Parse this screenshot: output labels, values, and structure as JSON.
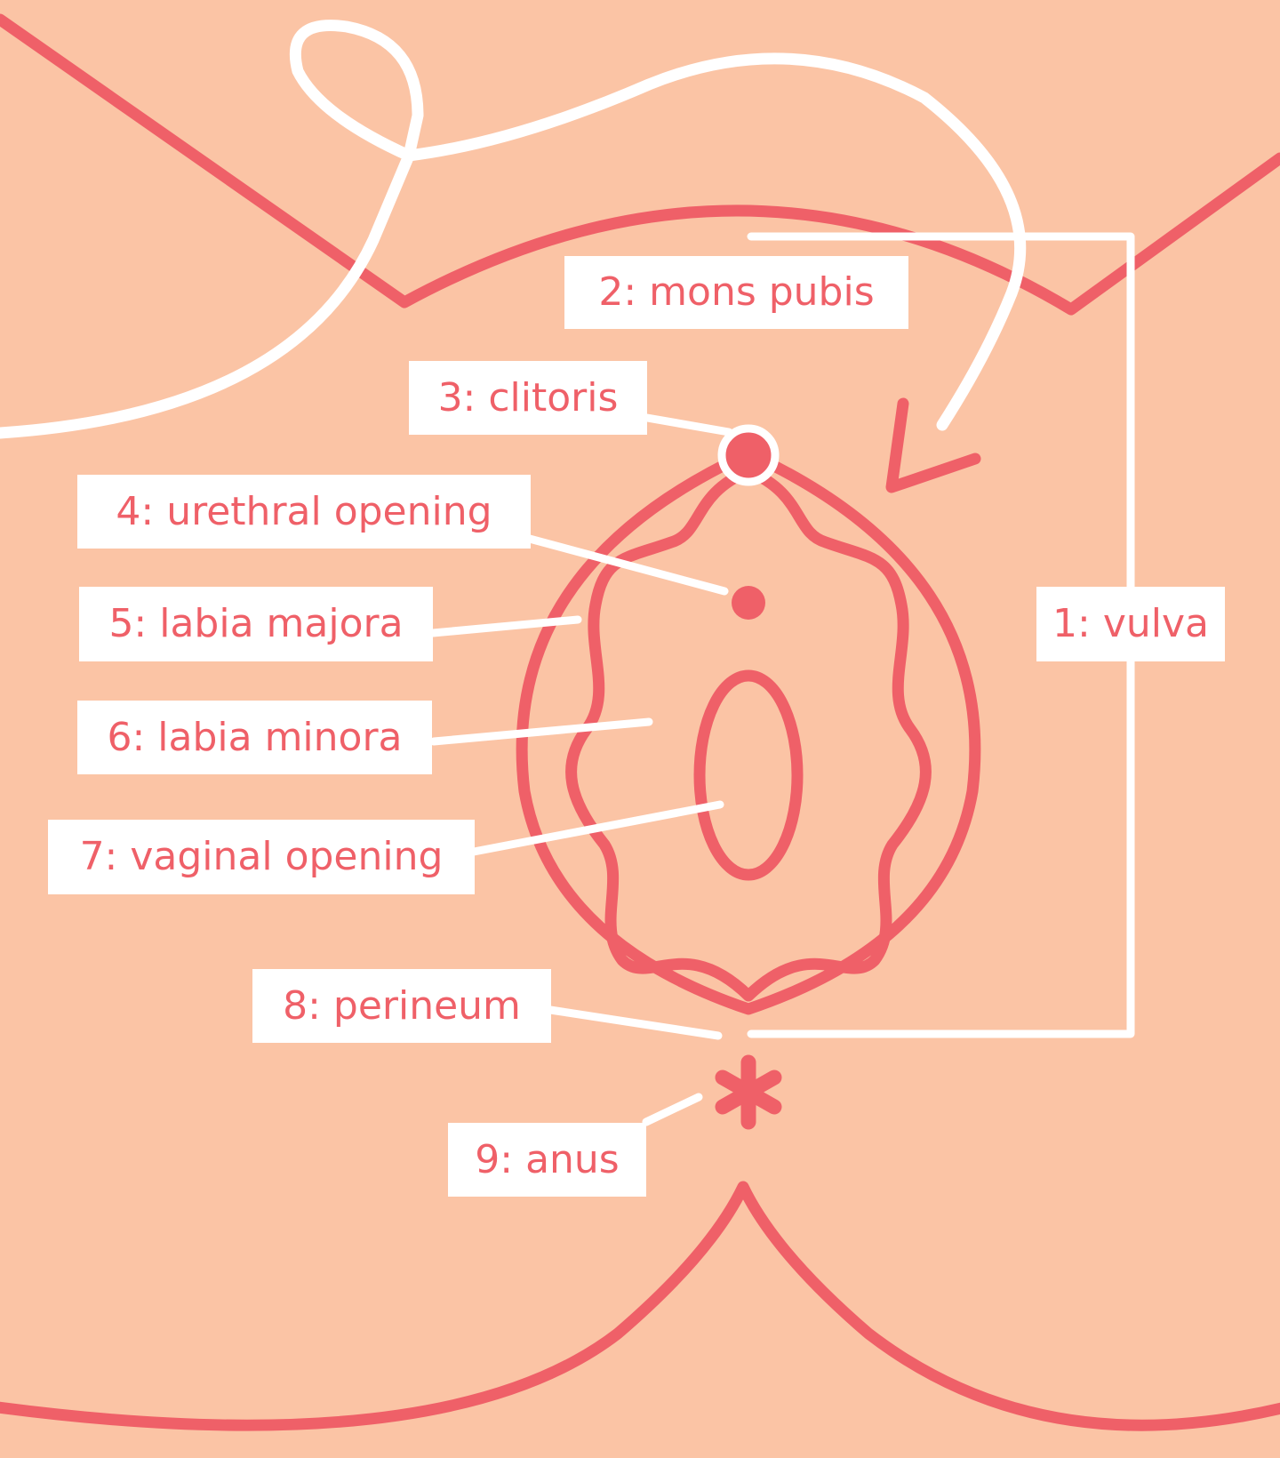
{
  "colors": {
    "background": "#fbc4a5",
    "line": "#ef6068",
    "white": "#ffffff"
  },
  "labels": {
    "vulva": "1: vulva",
    "mons_pubis": "2: mons pubis",
    "clitoris": "3: clitoris",
    "urethral_opening": "4: urethral opening",
    "labia_majora": "5: labia majora",
    "labia_minora": "6: labia minora",
    "vaginal_opening": "7: vaginal opening",
    "perineum": "8: perineum",
    "anus": "9: anus"
  }
}
